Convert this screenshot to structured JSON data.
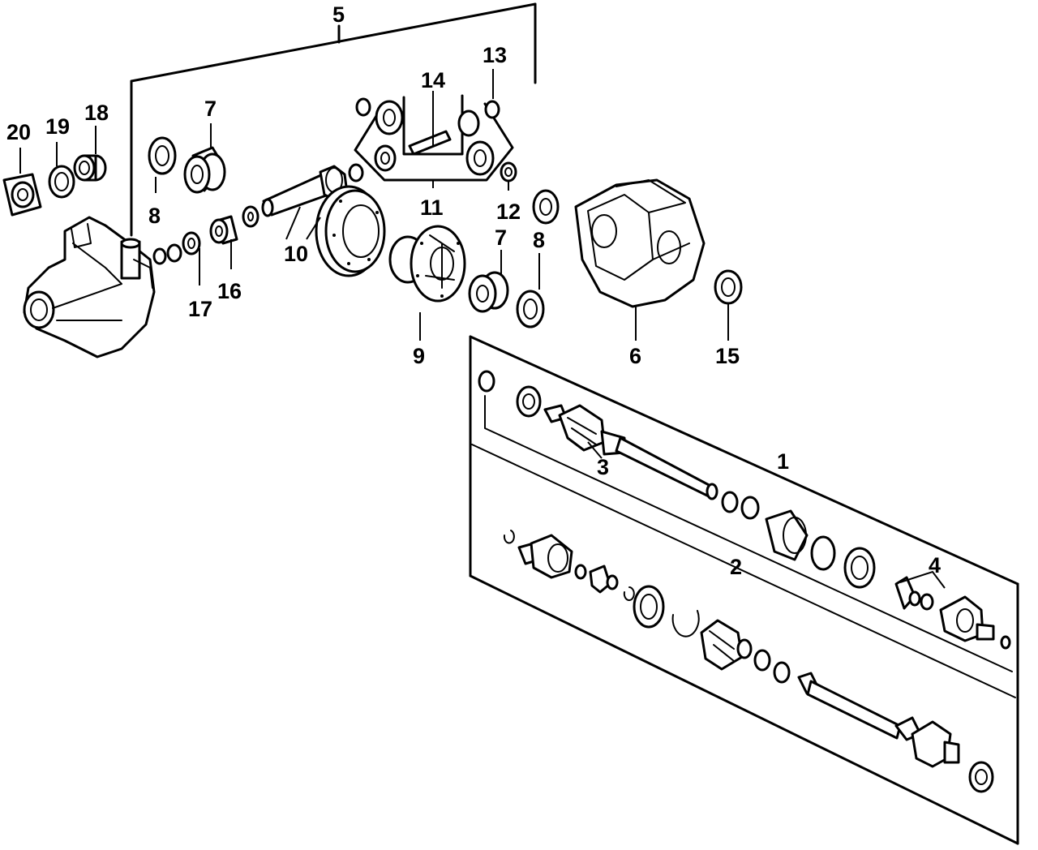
{
  "diagram": {
    "labels": {
      "l1": "1",
      "l2": "2",
      "l3": "3",
      "l4": "4",
      "l5": "5",
      "l6": "6",
      "l7a": "7",
      "l7b": "7",
      "l8a": "8",
      "l8b": "8",
      "l9": "9",
      "l10": "10",
      "l11": "11",
      "l12": "12",
      "l13": "13",
      "l14": "14",
      "l15": "15",
      "l16": "16",
      "l17": "17",
      "l18": "18",
      "l19": "19",
      "l20": "20"
    },
    "colors": {
      "ink": "#000000",
      "paper": "#ffffff"
    }
  }
}
